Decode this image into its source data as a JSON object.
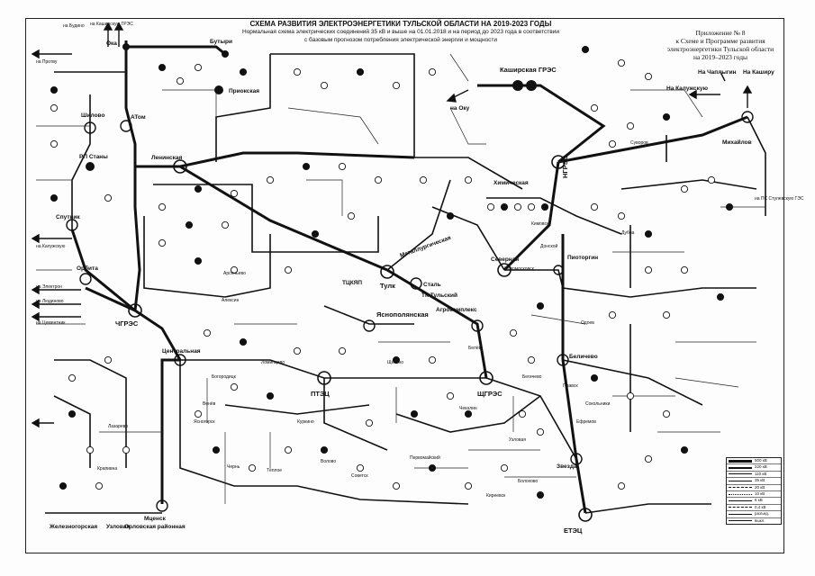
{
  "title": {
    "line1": "СХЕМА РАЗВИТИЯ ЭЛЕКТРОЭНЕРГЕТИКИ ТУЛЬСКОЙ ОБЛАСТИ НА 2019-2023 ГОДЫ",
    "line2": "Нормальная схема электрических соединений 35 кВ и выше на 01.01.2018 и на период до 2023 года в соответствии",
    "line3": "с базовым прогнозом потребления электрической энергии и мощности"
  },
  "appendix": {
    "line1": "Приложение № 8",
    "line2": "к Схеме и Программе развития",
    "line3": "электроэнергетики Тульской области",
    "line4": "на 2019–2023 годы"
  },
  "outer_links": {
    "kashira_gres_top": "на Каширскую ГРЭС",
    "to_budino": "на Будино",
    "to_protva": "на Протву",
    "to_oku": "на Оку",
    "to_chaplygin": "На Чаплыгин",
    "to_kashiru": "На Каширу",
    "to_kalugu_right": "На Калужскую",
    "to_kalugu_left": "на Калужскую",
    "to_elektron": "на Электрон",
    "to_lyudinovo": "на Людиново",
    "to_tsementnik": "на Цементник",
    "to_stulevo": "на ПС Стулевскую ГЭС"
  },
  "stations": {
    "oka": "Ока",
    "butyri": "Бутыри",
    "priokskaya": "Приокская",
    "kashirskaya_gres": "Каширская ГРЭС",
    "shchyolkovo": "Шилово",
    "atom": "АТом",
    "rp_stany": "РП Станы",
    "leninskaya": "Ленинская",
    "sputnik": "Спутник",
    "orbita": "Орбита",
    "chgres": "ЧГРЭС",
    "tulk": "Тулк",
    "tsharp": "ТЦКЯП",
    "stal": "Сталь",
    "tk_tulskiy": "ТК Тульский",
    "metallurgicheskaya": "Металлургическая",
    "agrokompleks": "Агрокомплекс",
    "severnaya": "Северная",
    "khimicheskaya": "Химическая",
    "ngres": "НГРЭС",
    "piotorgin": "Пиоторгин",
    "mikhailov": "Михайлов",
    "yasnopolyanskaya": "Яснополянская",
    "ptets": "ПТЭЦ",
    "shchgres": "ЩГРЭС",
    "belichevo": "Беличево",
    "zvezda": "Звезда",
    "etets": "ЕТЭЦ",
    "mtsensk": "Мценск",
    "zhelezno": "Железногорская",
    "uzlovaya": "Узловая",
    "orlovskaya": "Орловская районная",
    "tsentralnaya": "Центральная"
  },
  "legend": {
    "rows": [
      "500 кВ",
      "220 кВ",
      "110 кВ",
      "35 кВ",
      "20 кВ",
      "10 кВ",
      "6 кВ",
      "0,4 кВ",
      "разъед.",
      "выкл."
    ]
  },
  "small_labels": [
    "Сокольники",
    "Ефремов",
    "Бегичево",
    "Узловая",
    "Новомосковск",
    "Донской",
    "Кимовск",
    "Богородицк",
    "Алексин",
    "Суворов",
    "Белёв",
    "Плавск",
    "Венёв",
    "Ясногорск",
    "Дубна",
    "Чекалин",
    "Одоев",
    "Арсеньево",
    "Чернь",
    "Тёплое",
    "Куркино",
    "Волово",
    "Киреевск",
    "Болохово",
    "Щёкино",
    "Советск",
    "Первомайский",
    "Ломинцево",
    "Лазарево",
    "Крапивна"
  ]
}
